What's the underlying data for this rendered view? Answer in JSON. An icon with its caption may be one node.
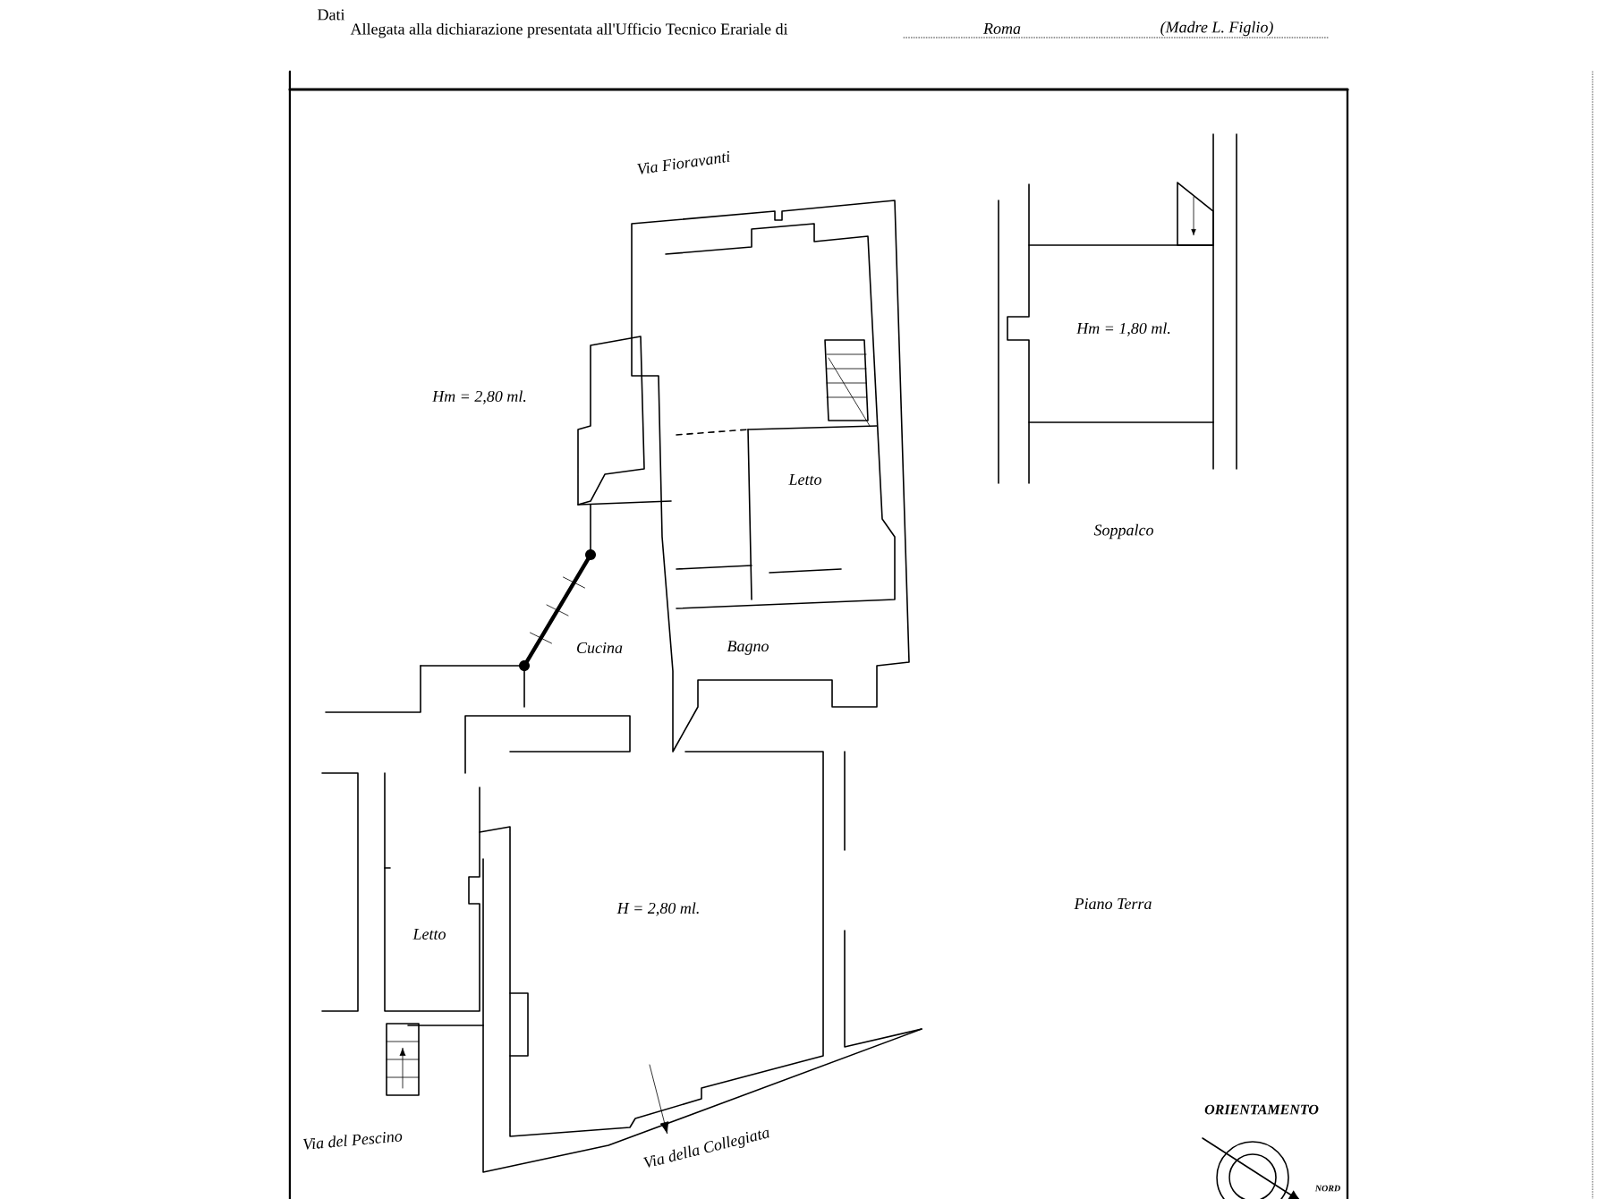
{
  "diagram": {
    "labels": [
      "Dati",
      "Allegata alla dichiarazione presentata all'Ufficio Tecnico Erariale di",
      "Roma",
      "(Madre L. Figlio)",
      "Via Fioravanti",
      "Hm = 2,80 ml.",
      "Letto",
      "Cucina",
      "Bagno",
      "Hm = 1,80 ml.",
      "Soppalco",
      "H = 2,80 ml.",
      "Letto",
      "Piano Terra",
      "ORIENTAMENTO",
      "Via del Pescino",
      "Via della Collegiata",
      "NORD"
    ]
  }
}
